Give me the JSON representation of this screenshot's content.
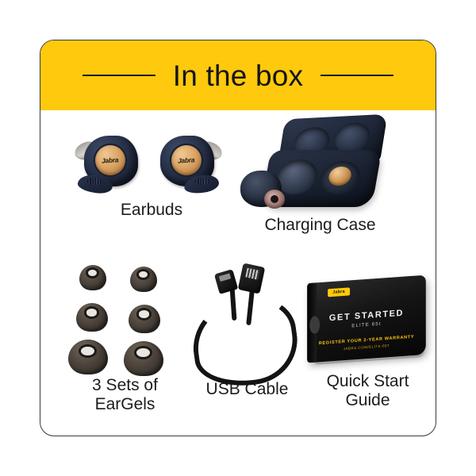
{
  "header": {
    "title": "In the box",
    "banner_color": "#FFC90D",
    "rule_left": "decorative-rule",
    "rule_right": "decorative-rule"
  },
  "card": {
    "background": "#FFFFFF",
    "border_color": "#3A3A3A"
  },
  "items": [
    {
      "id": "earbuds",
      "caption": "Earbuds",
      "art": "jabra-earbuds-pair"
    },
    {
      "id": "charging-case",
      "caption": "Charging Case",
      "art": "open-charging-case-with-earbud"
    },
    {
      "id": "eargels",
      "caption": "3 Sets of\nEarGels",
      "art": "six-silicone-ear-tips"
    },
    {
      "id": "usb-cable",
      "caption": "USB Cable",
      "art": "coiled-usb-to-micro-usb-cable"
    },
    {
      "id": "quick-start",
      "caption": "Quick Start\nGuide",
      "art": "black-booklet"
    }
  ],
  "earbuds": {
    "logo_text": "Jabra",
    "shell_color": "#1D2536",
    "face_color": "#D9A363"
  },
  "charging_case": {
    "shell_color": "#1A2232",
    "accent_color": "#C68F4E"
  },
  "eargels": {
    "color": "#4A423A",
    "count": 6,
    "sizes": [
      "small",
      "small",
      "medium",
      "medium",
      "large",
      "large"
    ]
  },
  "usb_cable": {
    "color": "#141414",
    "connector_a": "usb-a",
    "connector_b": "micro-usb"
  },
  "guide": {
    "brand_badge": "Jabra",
    "title": "GET STARTED",
    "subtitle": "ELITE 65t",
    "warranty_line1": "REGISTER YOUR 2-YEAR WARRANTY",
    "warranty_line2": "JABRA.COM/ELITE-65T",
    "cover_color": "#141414",
    "accent_color": "#FFC90D"
  }
}
